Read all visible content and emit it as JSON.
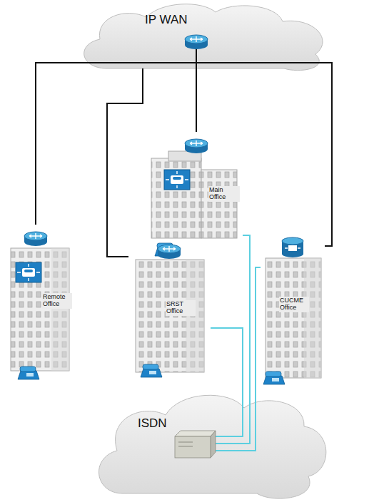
{
  "diagram": {
    "nodes": [
      {
        "text": [
          "IP WAN"
        ]
      },
      {
        "text": [
          "Main Office"
        ]
      },
      {
        "text": [
          "Remote Office"
        ]
      },
      {
        "text": [
          "SRST Office"
        ]
      },
      {
        "text": [
          "CUCME Office"
        ]
      },
      {
        "text": [
          "ISDN"
        ]
      }
    ],
    "edges": [
      {
        "from": 0,
        "to": 2,
        "arrow": "none"
      },
      {
        "from": 0,
        "to": 1,
        "arrow": "none"
      },
      {
        "from": 0,
        "to": 4,
        "arrow": "none"
      },
      {
        "from": 0,
        "to": 3,
        "arrow": "none"
      },
      {
        "from": 1,
        "to": 5,
        "arrow": "none"
      },
      {
        "from": 3,
        "to": 5,
        "arrow": "none"
      },
      {
        "from": 4,
        "to": 5,
        "arrow": "none"
      }
    ]
  }
}
